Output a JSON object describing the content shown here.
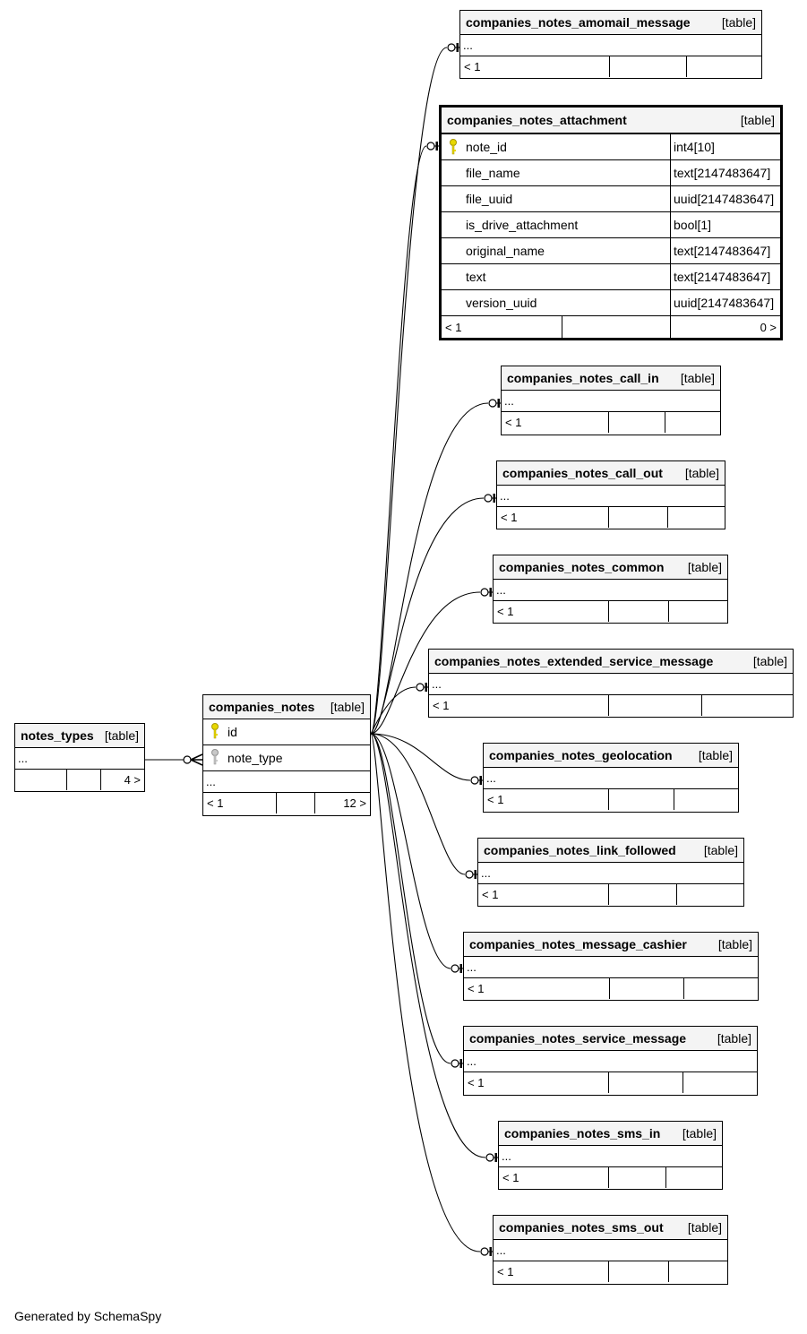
{
  "diagram": {
    "footer": "Generated by SchemaSpy",
    "ellipsis": "...",
    "tables": {
      "notes_types": {
        "name": "notes_types",
        "type": "[table]",
        "foot": [
          "",
          "",
          "4 >"
        ]
      },
      "companies_notes": {
        "name": "companies_notes",
        "type": "[table]",
        "columns": [
          {
            "name": "id",
            "key": "primary"
          },
          {
            "name": "note_type",
            "key": "foreign"
          }
        ],
        "foot": [
          "< 1",
          "",
          "12 >"
        ]
      },
      "amomail": {
        "name": "companies_notes_amomail_message",
        "type": "[table]",
        "foot": [
          "< 1",
          "",
          ""
        ]
      },
      "attachment": {
        "name": "companies_notes_attachment",
        "type": "[table]",
        "columns": [
          {
            "name": "note_id",
            "dtype": "int4[10]",
            "key": "primary"
          },
          {
            "name": "file_name",
            "dtype": "text[2147483647]"
          },
          {
            "name": "file_uuid",
            "dtype": "uuid[2147483647]"
          },
          {
            "name": "is_drive_attachment",
            "dtype": "bool[1]"
          },
          {
            "name": "original_name",
            "dtype": "text[2147483647]"
          },
          {
            "name": "text",
            "dtype": "text[2147483647]"
          },
          {
            "name": "version_uuid",
            "dtype": "uuid[2147483647]"
          }
        ],
        "foot": [
          "< 1",
          "",
          "0 >"
        ]
      },
      "call_in": {
        "name": "companies_notes_call_in",
        "type": "[table]",
        "foot": [
          "< 1",
          "",
          ""
        ]
      },
      "call_out": {
        "name": "companies_notes_call_out",
        "type": "[table]",
        "foot": [
          "< 1",
          "",
          ""
        ]
      },
      "common": {
        "name": "companies_notes_common",
        "type": "[table]",
        "foot": [
          "< 1",
          "",
          ""
        ]
      },
      "extended": {
        "name": "companies_notes_extended_service_message",
        "type": "[table]",
        "foot": [
          "< 1",
          "",
          ""
        ]
      },
      "geolocation": {
        "name": "companies_notes_geolocation",
        "type": "[table]",
        "foot": [
          "< 1",
          "",
          ""
        ]
      },
      "link_followed": {
        "name": "companies_notes_link_followed",
        "type": "[table]",
        "foot": [
          "< 1",
          "",
          ""
        ]
      },
      "message_cashier": {
        "name": "companies_notes_message_cashier",
        "type": "[table]",
        "foot": [
          "< 1",
          "",
          ""
        ]
      },
      "service_message": {
        "name": "companies_notes_service_message",
        "type": "[table]",
        "foot": [
          "< 1",
          "",
          ""
        ]
      },
      "sms_in": {
        "name": "companies_notes_sms_in",
        "type": "[table]",
        "foot": [
          "< 1",
          "",
          ""
        ]
      },
      "sms_out": {
        "name": "companies_notes_sms_out",
        "type": "[table]",
        "foot": [
          "< 1",
          "",
          ""
        ]
      }
    }
  }
}
